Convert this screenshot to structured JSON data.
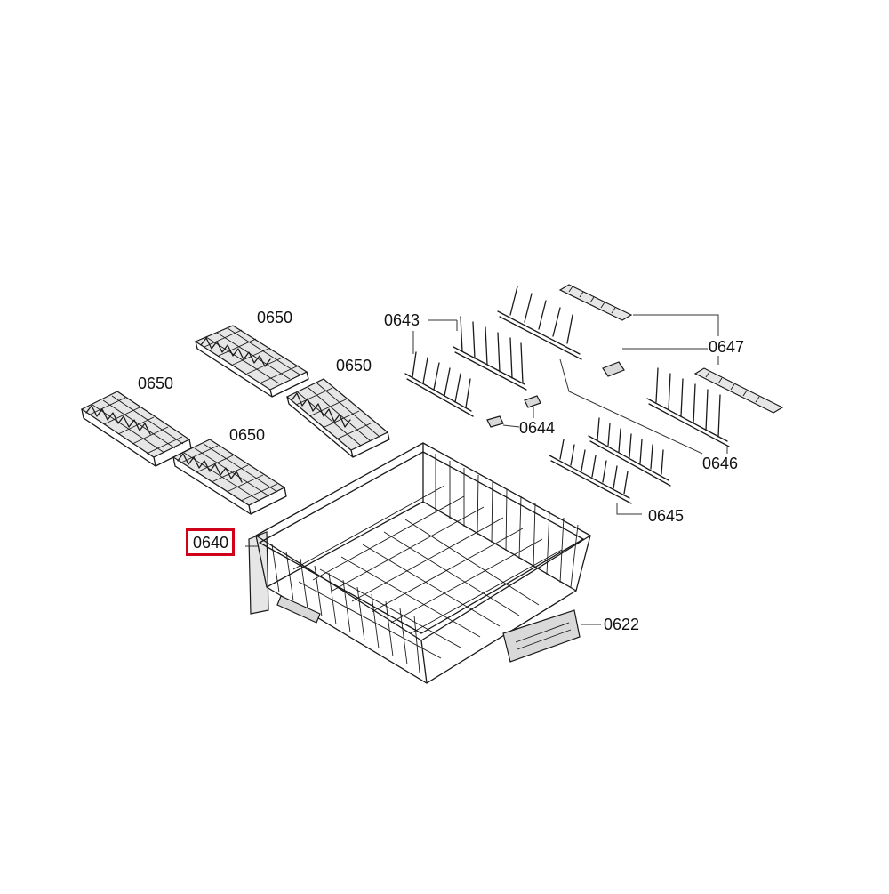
{
  "diagram": {
    "highlight_color": "#d0021b",
    "labels": [
      {
        "id": "label-0650-top",
        "text": "0650"
      },
      {
        "id": "label-0650-right",
        "text": "0650"
      },
      {
        "id": "label-0650-left",
        "text": "0650"
      },
      {
        "id": "label-0650-lower",
        "text": "0650"
      },
      {
        "id": "label-0643",
        "text": "0643"
      },
      {
        "id": "label-0644",
        "text": "0644"
      },
      {
        "id": "label-0647",
        "text": "0647"
      },
      {
        "id": "label-0646",
        "text": "0646"
      },
      {
        "id": "label-0645",
        "text": "0645"
      },
      {
        "id": "label-0640",
        "text": "0640",
        "highlighted": true
      },
      {
        "id": "label-0622",
        "text": "0622"
      }
    ]
  }
}
